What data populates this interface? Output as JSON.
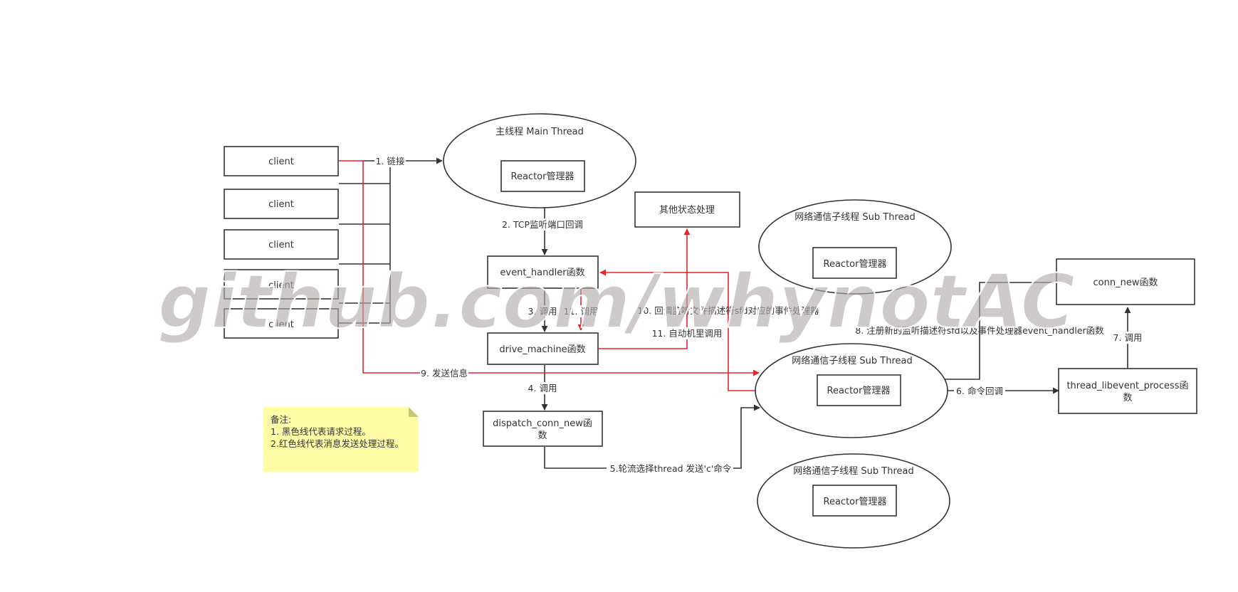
{
  "nodes": {
    "client1": "client",
    "client2": "client",
    "client3": "client",
    "client4": "client",
    "client5": "client",
    "main_thread": "主线程 Main Thread",
    "main_reactor": "Reactor管理器",
    "event_handler": "event_handler函数",
    "drive_machine": "drive_machine函数",
    "dispatch_line1": "dispatch_conn_new函",
    "dispatch_line2": "数",
    "other_state": "其他状态处理",
    "sub_thread_top": "网络通信子线程 Sub Thread",
    "sub_reactor_top": "Reactor管理器",
    "sub_thread_mid": "网络通信子线程 Sub Thread",
    "sub_reactor_mid": "Reactor管理器",
    "sub_thread_bot": "网络通信子线程 Sub Thread",
    "sub_reactor_bot": "Reactor管理器",
    "conn_new": "conn_new函数",
    "libevent_line1": "thread_libevent_process函",
    "libevent_line2": "数"
  },
  "edges": {
    "e1": "1. 链接",
    "e2": "2. TCP监听端口回调",
    "e3": "3. 调用",
    "e11a": "11. 调用",
    "e4": "4. 调用",
    "e5": "5.轮流选择thread 发送'c'命令",
    "e6": "6. 命令回调",
    "e7": "7. 调用",
    "e8": "8. 注册新的监听描述符sfd以及事件处理器event_handler函数",
    "e9": "9. 发送信息",
    "e10": "10. 回调监听文件描述符sfd对应的事件处理器",
    "e11b": "11. 自动机里调用"
  },
  "note": {
    "title": "备注:",
    "line1": "1. 黑色线代表请求过程。",
    "line2": "2.红色线代表消息发送处理过程。"
  },
  "watermark": "github.com/whynotAC",
  "colors": {
    "black_line": "#333333",
    "red_line": "#e5242b",
    "note_bg": "#fefda6"
  }
}
